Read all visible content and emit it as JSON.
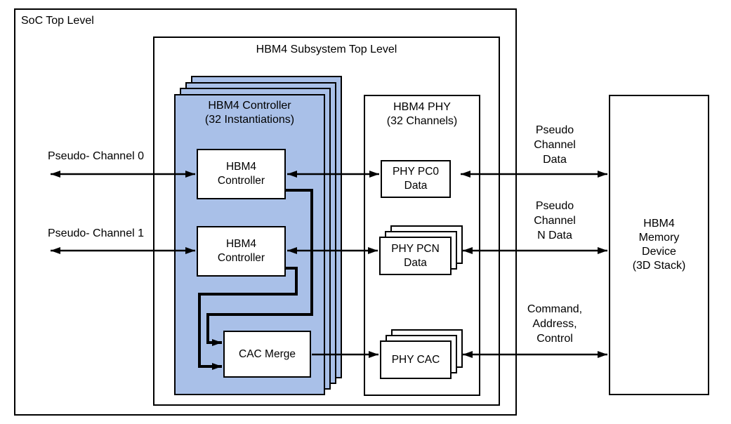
{
  "soc": {
    "title": "SoC Top Level"
  },
  "subsystem": {
    "title": "HBM4 Subsystem Top Level"
  },
  "controller_stack": {
    "title1": "HBM4 Controller",
    "title2": "(32 Instantiations)"
  },
  "controller_top": {
    "line1": "HBM4",
    "line2": "Controller"
  },
  "controller_bottom": {
    "line1": "HBM4",
    "line2": "Controller"
  },
  "cac_merge": {
    "label": "CAC Merge"
  },
  "phy": {
    "title1": "HBM4 PHY",
    "title2": "(32 Channels)"
  },
  "phy_pc0": {
    "line1": "PHY PC0",
    "line2": "Data"
  },
  "phy_pcn": {
    "line1": "PHY PCN",
    "line2": "Data"
  },
  "phy_cac": {
    "label": "PHY CAC"
  },
  "memory": {
    "line1": "HBM4",
    "line2": "Memory",
    "line3": "Device",
    "line4": "(3D Stack)"
  },
  "left_labels": {
    "pseudo_channel_0": "Pseudo- Channel 0",
    "pseudo_channel_1": "Pseudo- Channel 1"
  },
  "right_labels": {
    "pseudo_channel_data": [
      "Pseudo",
      "Channel",
      "Data"
    ],
    "pseudo_channel_n_data": [
      "Pseudo",
      "Channel",
      "N Data"
    ],
    "command_address_control": [
      "Command,",
      "Address,",
      "Control"
    ]
  },
  "colors": {
    "stack_fill": "#A9C0E8",
    "line": "#000000",
    "background": "#FFFFFF"
  }
}
